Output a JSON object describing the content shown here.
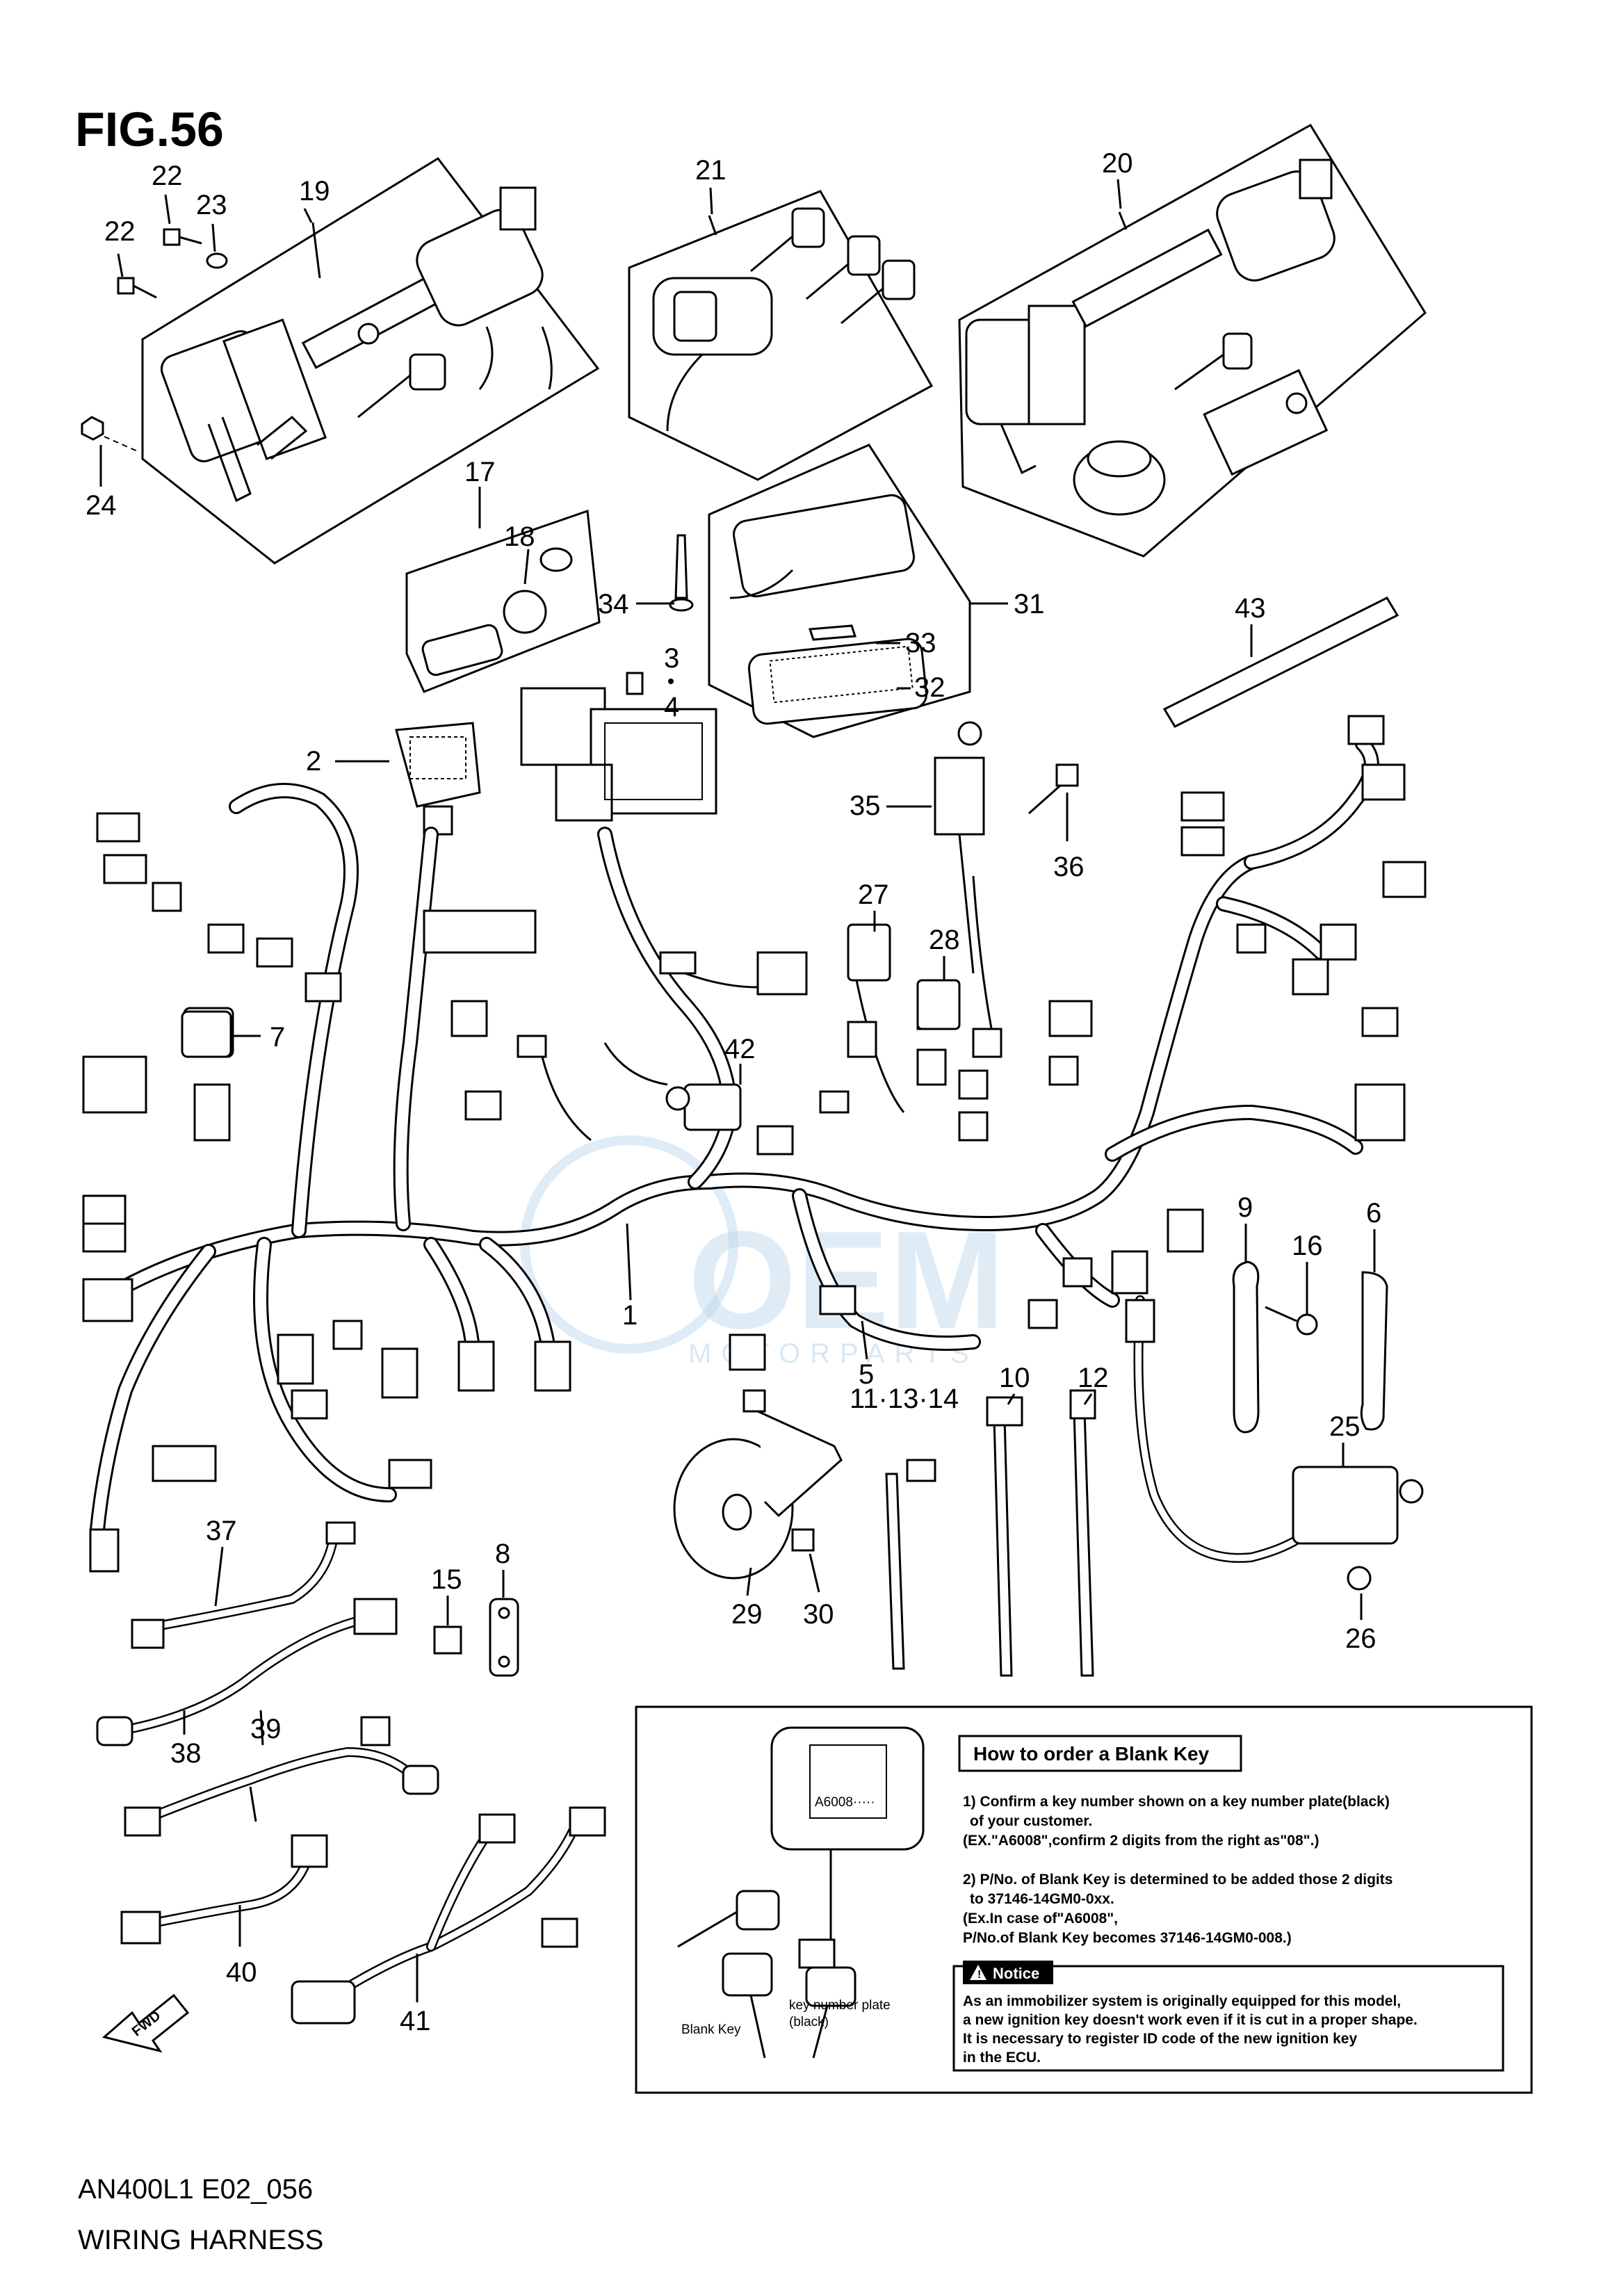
{
  "figure": {
    "title": "FIG.56"
  },
  "footer": {
    "model": "AN400L1 E02_056",
    "caption": "WIRING HARNESS"
  },
  "direction_label": "FWD",
  "watermark": {
    "text": "OEM",
    "subtext": "MOTORPARTS"
  },
  "callouts": [
    {
      "id": "c22a",
      "text": "22"
    },
    {
      "id": "c22b",
      "text": "22"
    },
    {
      "id": "c23",
      "text": "23"
    },
    {
      "id": "c19",
      "text": "19"
    },
    {
      "id": "c21",
      "text": "21"
    },
    {
      "id": "c20",
      "text": "20"
    },
    {
      "id": "c24",
      "text": "24"
    },
    {
      "id": "c17",
      "text": "17"
    },
    {
      "id": "c18",
      "text": "18"
    },
    {
      "id": "c34",
      "text": "34"
    },
    {
      "id": "c31",
      "text": "31"
    },
    {
      "id": "c33",
      "text": "33"
    },
    {
      "id": "c32",
      "text": "32"
    },
    {
      "id": "c43",
      "text": "43"
    },
    {
      "id": "c3",
      "text": "3"
    },
    {
      "id": "c4",
      "text": "4"
    },
    {
      "id": "c2",
      "text": "2"
    },
    {
      "id": "c35",
      "text": "35"
    },
    {
      "id": "c36",
      "text": "36"
    },
    {
      "id": "c27",
      "text": "27"
    },
    {
      "id": "c28",
      "text": "28"
    },
    {
      "id": "c7",
      "text": "7"
    },
    {
      "id": "c42",
      "text": "42"
    },
    {
      "id": "c1",
      "text": "1"
    },
    {
      "id": "c9",
      "text": "9"
    },
    {
      "id": "c16",
      "text": "16"
    },
    {
      "id": "c6",
      "text": "6"
    },
    {
      "id": "c5",
      "text": "5"
    },
    {
      "id": "c10",
      "text": "10"
    },
    {
      "id": "c12",
      "text": "12"
    },
    {
      "id": "c111314",
      "text": "11·13·14"
    },
    {
      "id": "c25",
      "text": "25"
    },
    {
      "id": "c37",
      "text": "37"
    },
    {
      "id": "c15",
      "text": "15"
    },
    {
      "id": "c8",
      "text": "8"
    },
    {
      "id": "c29",
      "text": "29"
    },
    {
      "id": "c30",
      "text": "30"
    },
    {
      "id": "c26",
      "text": "26"
    },
    {
      "id": "c38",
      "text": "38"
    },
    {
      "id": "c39",
      "text": "39"
    },
    {
      "id": "c40",
      "text": "40"
    },
    {
      "id": "c41",
      "text": "41"
    }
  ],
  "blank_key_box": {
    "title": "How to order a Blank Key",
    "plate_code": "A6008·····",
    "step1": [
      "1) Confirm a key number shown on a key number plate(black)",
      "of your customer.",
      "(EX.\"A6008\",confirm 2 digits from the right as\"08\".)"
    ],
    "step2": [
      "2) P/No. of Blank Key is determined to be added those 2 digits",
      "to 37146-14GM0-0xx.",
      "(Ex.In case of\"A6008\",",
      "P/No.of Blank Key becomes 37146-14GM0-008.)"
    ],
    "notice_title": "Notice",
    "notice_lines": [
      "As an immobilizer system is originally equipped for this model,",
      "a new ignition key doesn't work even if it is cut in a proper shape.",
      "It is necessary to register ID code of the new ignition key",
      "in the ECU."
    ],
    "label_plate": [
      "key number plate",
      "(black)"
    ],
    "label_blank": "Blank Key"
  }
}
